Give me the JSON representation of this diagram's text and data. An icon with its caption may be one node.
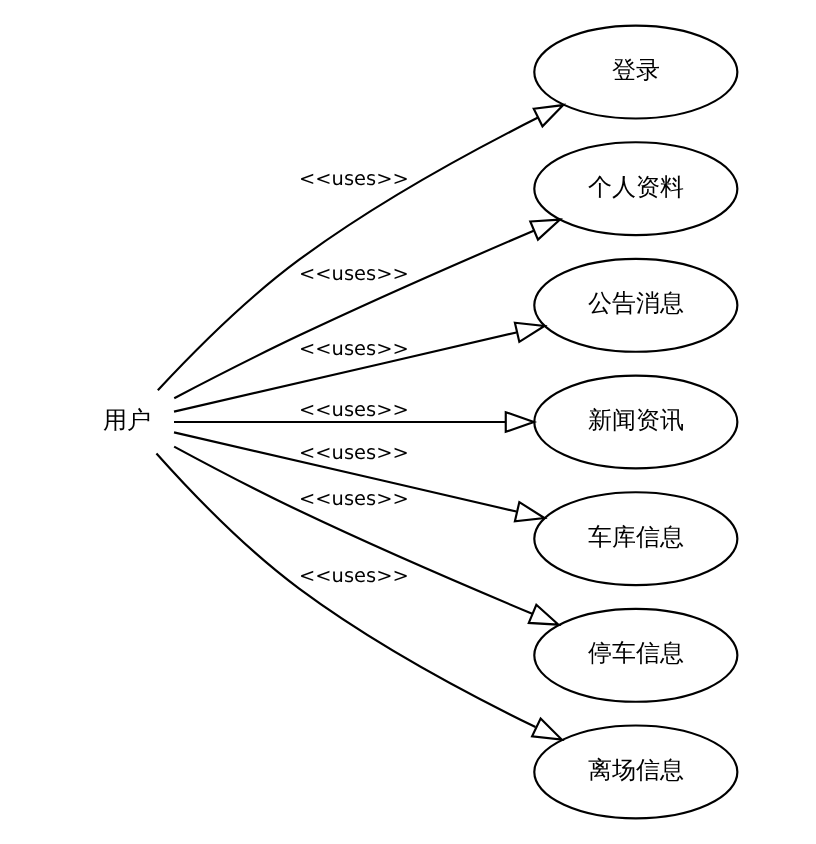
{
  "diagram": {
    "nodes": [
      {
        "text": [
          "用户"
        ]
      },
      {
        "text": [
          "登录"
        ]
      },
      {
        "text": [
          "个人资料"
        ]
      },
      {
        "text": [
          "公告消息"
        ]
      },
      {
        "text": [
          "新闻资讯"
        ]
      },
      {
        "text": [
          "车库信息"
        ]
      },
      {
        "text": [
          "停车信息"
        ]
      },
      {
        "text": [
          "离场信息"
        ]
      }
    ],
    "edges": [
      {
        "from": 0,
        "to": 1,
        "arrow": "to",
        "label": "<<uses>>"
      },
      {
        "from": 0,
        "to": 2,
        "arrow": "to",
        "label": "<<uses>>"
      },
      {
        "from": 0,
        "to": 3,
        "arrow": "to",
        "label": "<<uses>>"
      },
      {
        "from": 0,
        "to": 4,
        "arrow": "to",
        "label": "<<uses>>"
      },
      {
        "from": 0,
        "to": 5,
        "arrow": "to",
        "label": "<<uses>>"
      },
      {
        "from": 0,
        "to": 6,
        "arrow": "to",
        "label": "<<uses>>"
      },
      {
        "from": 0,
        "to": 7,
        "arrow": "to",
        "label": "<<uses>>"
      }
    ]
  }
}
